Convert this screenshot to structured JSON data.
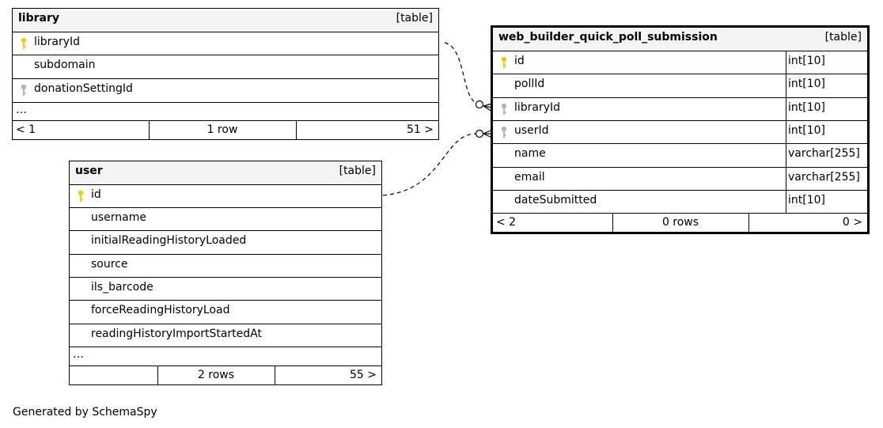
{
  "colors": {
    "primary_key": "#e3d30b",
    "foreign_key": "#b4b4b4",
    "header_bg": "#f4f4f4"
  },
  "library": {
    "name": "library",
    "kind": "[table]",
    "columns": [
      {
        "name": "libraryId",
        "key": "primary"
      },
      {
        "name": "subdomain",
        "key": "none"
      },
      {
        "name": "donationSettingId",
        "key": "foreign"
      }
    ],
    "ellipsis": "…",
    "footer": {
      "prev": "< 1",
      "rows": "1 row",
      "next": "51 >"
    }
  },
  "user": {
    "name": "user",
    "kind": "[table]",
    "columns": [
      {
        "name": "id",
        "key": "primary"
      },
      {
        "name": "username",
        "key": "none"
      },
      {
        "name": "initialReadingHistoryLoaded",
        "key": "none"
      },
      {
        "name": "source",
        "key": "none"
      },
      {
        "name": "ils_barcode",
        "key": "none"
      },
      {
        "name": "forceReadingHistoryLoad",
        "key": "none"
      },
      {
        "name": "readingHistoryImportStartedAt",
        "key": "none"
      }
    ],
    "ellipsis": "…",
    "footer": {
      "prev": "",
      "rows": "2 rows",
      "next": "55 >"
    }
  },
  "poll": {
    "name": "web_builder_quick_poll_submission",
    "kind": "[table]",
    "columns": [
      {
        "name": "id",
        "type": "int[10]",
        "key": "primary"
      },
      {
        "name": "pollId",
        "type": "int[10]",
        "key": "none"
      },
      {
        "name": "libraryId",
        "type": "int[10]",
        "key": "foreign"
      },
      {
        "name": "userId",
        "type": "int[10]",
        "key": "foreign"
      },
      {
        "name": "name",
        "type": "varchar[255]",
        "key": "none"
      },
      {
        "name": "email",
        "type": "varchar[255]",
        "key": "none"
      },
      {
        "name": "dateSubmitted",
        "type": "int[10]",
        "key": "none"
      }
    ],
    "footer": {
      "prev": "< 2",
      "rows": "0 rows",
      "next": "0 >"
    }
  },
  "relationships": [
    {
      "from": "web_builder_quick_poll_submission.libraryId",
      "to": "library.libraryId"
    },
    {
      "from": "web_builder_quick_poll_submission.userId",
      "to": "user.id"
    }
  ],
  "generated_by": "Generated by SchemaSpy"
}
